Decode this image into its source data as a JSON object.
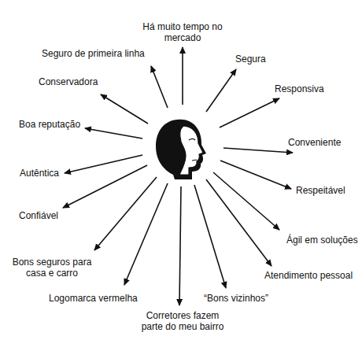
{
  "diagram": {
    "labels": [
      "Há muito tempo no mercado",
      "Segura",
      "Responsiva",
      "Conveniente",
      "Respeitável",
      "Ágil em soluções",
      "Atendimento pessoal",
      "“Bons vizinhos”",
      "Corretores fazem parte do meu bairro",
      "Logomarca vermelha",
      "Bons seguros para casa e carro",
      "Confiável",
      "Autêntica",
      "Boa reputação",
      "Conservadora",
      "Seguro de primeira linha"
    ]
  }
}
